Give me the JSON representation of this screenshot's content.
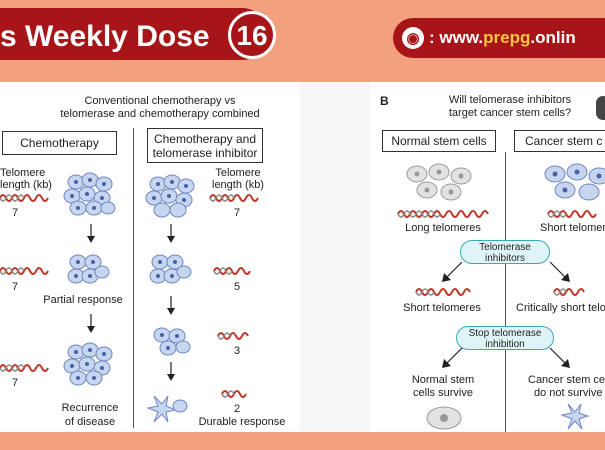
{
  "header": {
    "title": "s Weekly Dose",
    "issue_number": "16",
    "website_icon": "globe-icon",
    "website_label_prefix": ": www.",
    "website_highlight": "prepg",
    "website_suffix": ".onlin",
    "colors": {
      "banner_red": "#a81518",
      "background_orange": "#f3a07f",
      "highlight_yellow": "#f6c343"
    }
  },
  "panel_a": {
    "heading_line1": "Conventional chemotherapy vs",
    "heading_line2": "telomerase and chemotherapy combined",
    "col1_title": "Chemotherapy",
    "col2_title_line1": "Chemotherapy and",
    "col2_title_line2": "telomerase inhibitor",
    "telomere_header_left_line1": "Telomere",
    "telomere_header_left_line2": "length (kb)",
    "telomere_header_right_line1": "Telomere",
    "telomere_header_right_line2": "length (kb)",
    "left_values": [
      "7",
      "7",
      "7"
    ],
    "right_values": [
      "7",
      "5",
      "3",
      "2"
    ],
    "partial_response": "Partial response",
    "recurrence_line1": "Recurrence",
    "recurrence_line2": "of disease",
    "durable_response": "Durable response"
  },
  "panel_b": {
    "letter": "B",
    "question_line1": "Will telomerase inhibitors",
    "question_line2": "target cancer stem cells?",
    "normal_title": "Normal stem cells",
    "cancer_title": "Cancer stem c",
    "long_telomeres": "Long telomeres",
    "short_telomeres_top": "Short telomer",
    "inhibitors_pill_line1": "Telomerase",
    "inhibitors_pill_line2": "inhibitors",
    "short_telomeres": "Short telomeres",
    "critically_short": "Critically short telo",
    "stop_pill_line1": "Stop telomerase",
    "stop_pill_line2": "inhibition",
    "normal_survive_line1": "Normal stem",
    "normal_survive_line2": "cells survive",
    "cancer_survive_line1": "Cancer stem cel",
    "cancer_survive_line2": "do not survive"
  }
}
